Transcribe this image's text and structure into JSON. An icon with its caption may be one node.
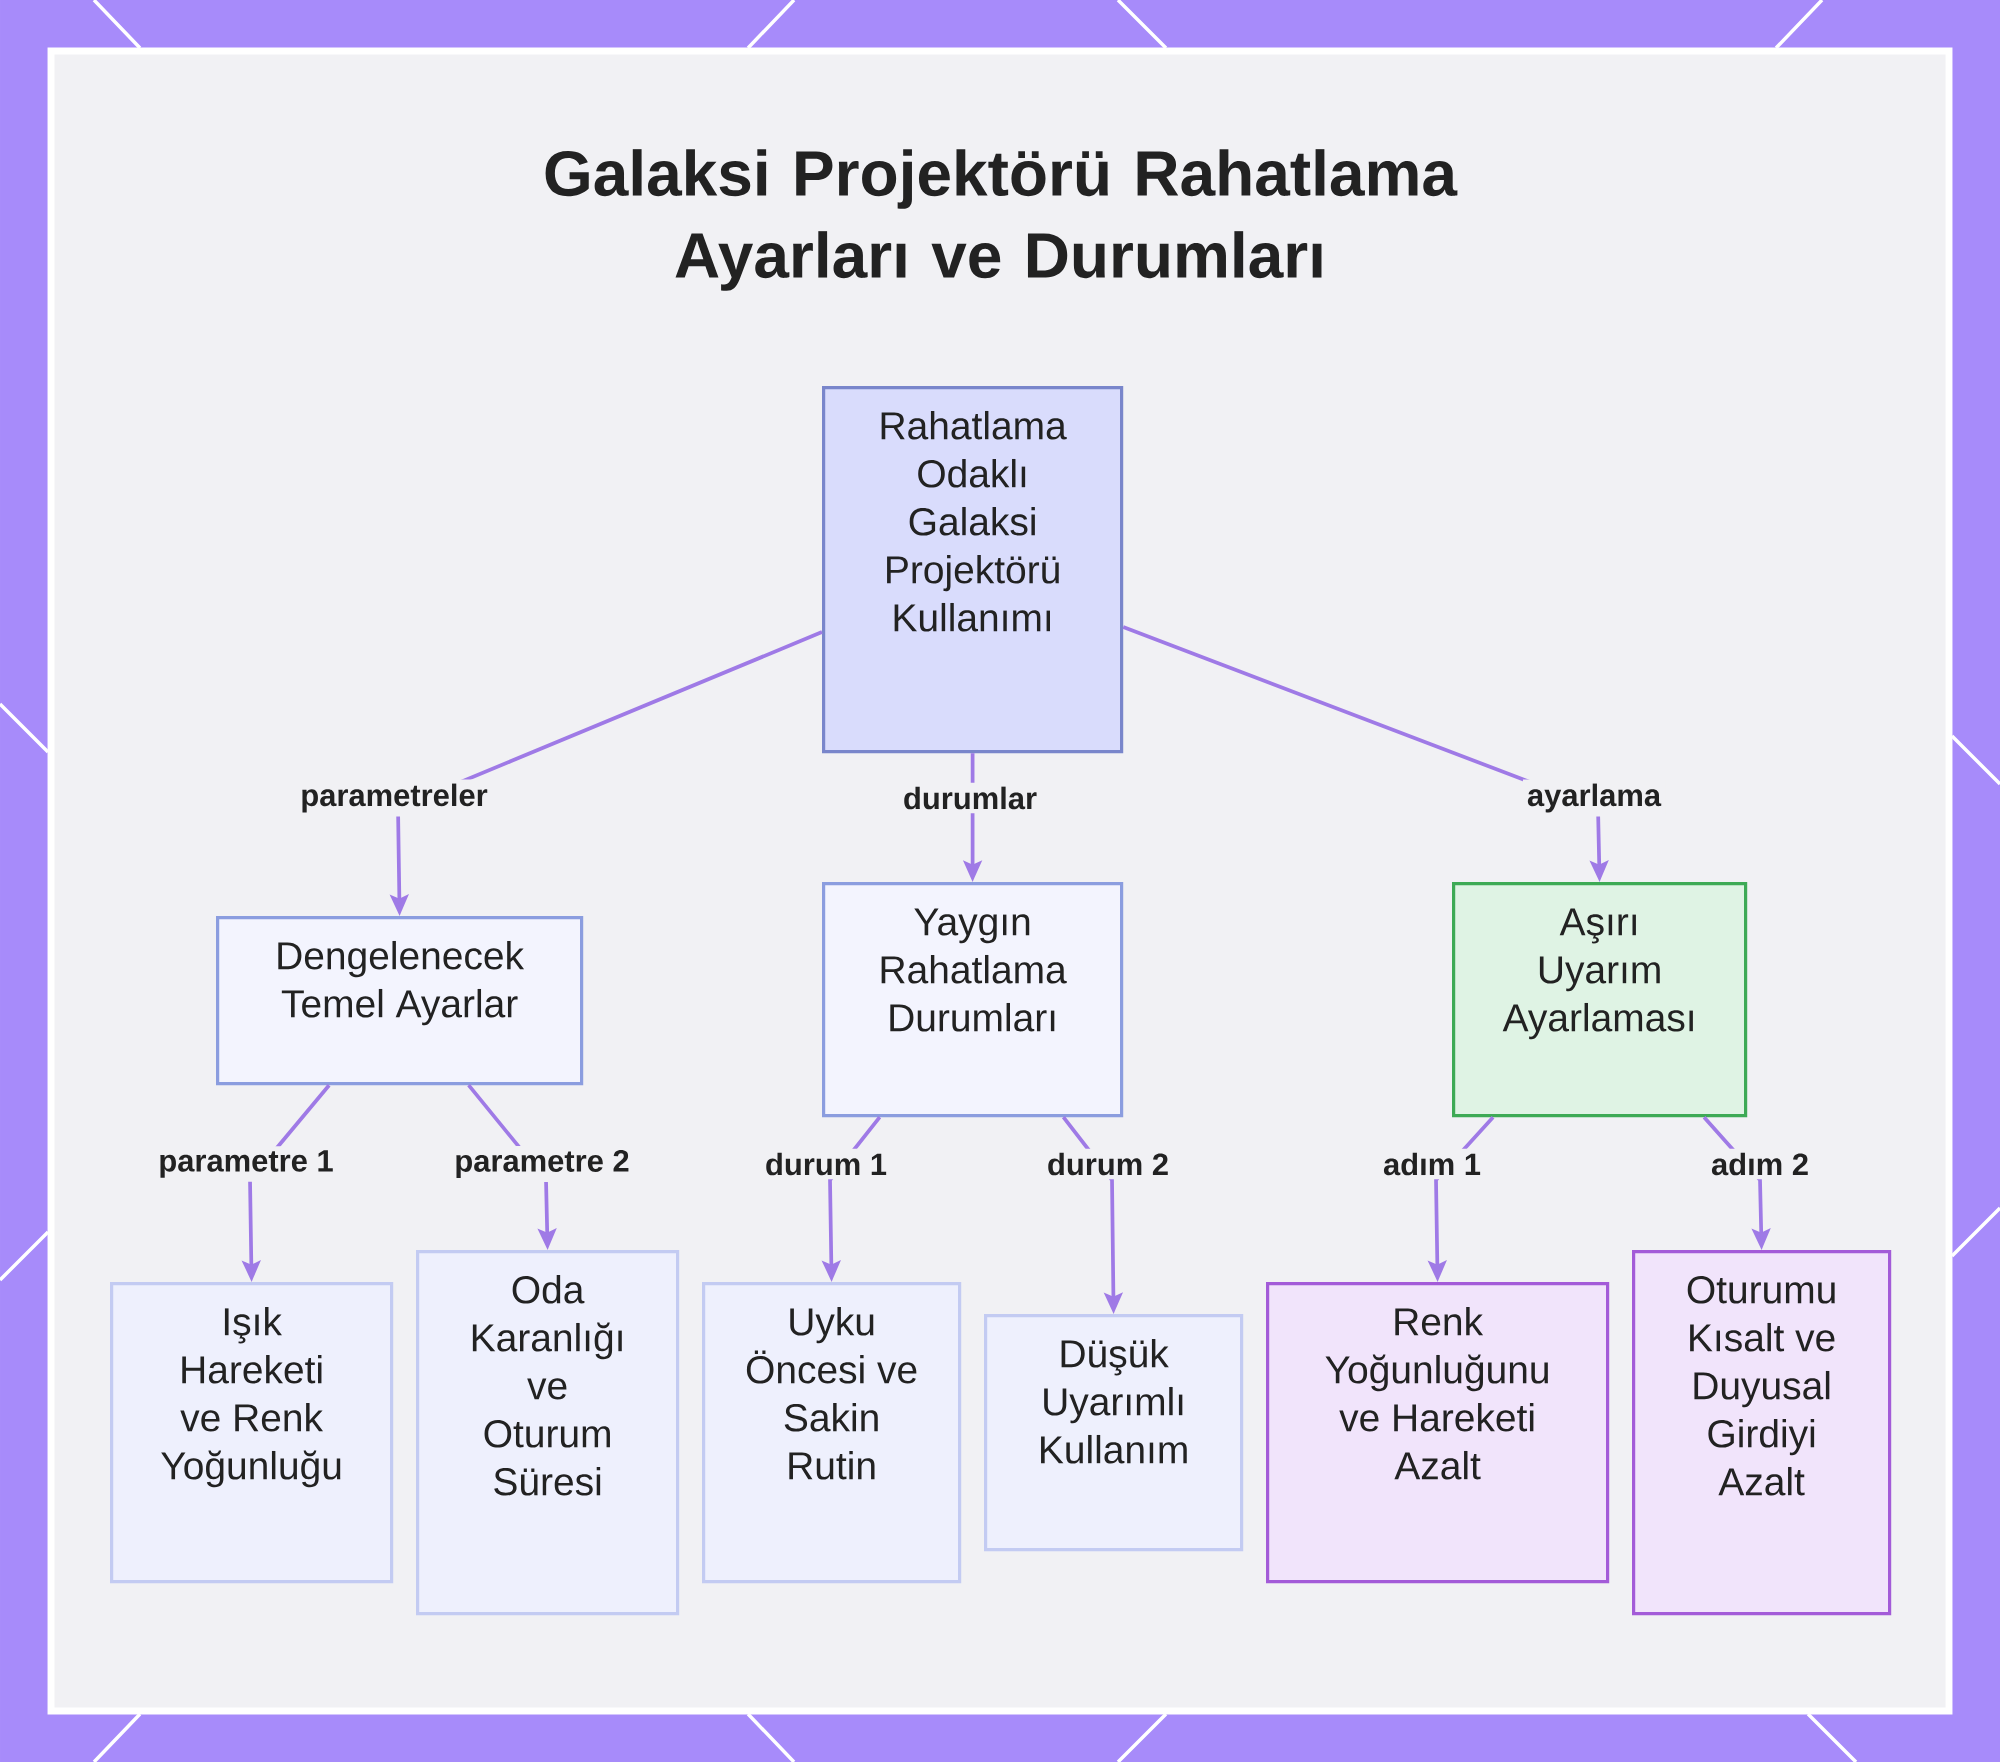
{
  "diagram": {
    "title": "Galaksi Projektörü Rahatlama Ayarları ve Durumları",
    "nodes": [
      {
        "text": [
          "Rahatlama Odaklı Galaksi Projektörü Kullanımı"
        ]
      },
      {
        "text": [
          "Dengelenecek Temel Ayarlar"
        ]
      },
      {
        "text": [
          "Yaygın Rahatlama Durumları"
        ]
      },
      {
        "text": [
          "Aşırı Uyarım Ayarlaması"
        ]
      },
      {
        "text": [
          "Işık Hareketi ve Renk Yoğunluğu"
        ]
      },
      {
        "text": [
          "Oda Karanlığı ve Oturum Süresi"
        ]
      },
      {
        "text": [
          "Uyku Öncesi ve Sakin Rutin"
        ]
      },
      {
        "text": [
          "Düşük Uyarımlı Kullanım"
        ]
      },
      {
        "text": [
          "Renk Yoğunluğunu ve Hareketi Azalt"
        ]
      },
      {
        "text": [
          "Oturumu Kısalt ve Duyusal Girdiyi Azalt"
        ]
      }
    ],
    "edges": [
      {
        "from": 0,
        "to": 1,
        "arrow": "to",
        "label": "parametreler"
      },
      {
        "from": 0,
        "to": 2,
        "arrow": "to",
        "label": "durumlar"
      },
      {
        "from": 0,
        "to": 3,
        "arrow": "to",
        "label": "ayarlama"
      },
      {
        "from": 1,
        "to": 4,
        "arrow": "to",
        "label": "parametre 1"
      },
      {
        "from": 1,
        "to": 5,
        "arrow": "to",
        "label": "parametre 2"
      },
      {
        "from": 2,
        "to": 6,
        "arrow": "to",
        "label": "durum 1"
      },
      {
        "from": 2,
        "to": 7,
        "arrow": "to",
        "label": "durum 2"
      },
      {
        "from": 3,
        "to": 8,
        "arrow": "to",
        "label": "adım 1"
      },
      {
        "from": 3,
        "to": 9,
        "arrow": "to",
        "label": "adım 2"
      }
    ]
  }
}
